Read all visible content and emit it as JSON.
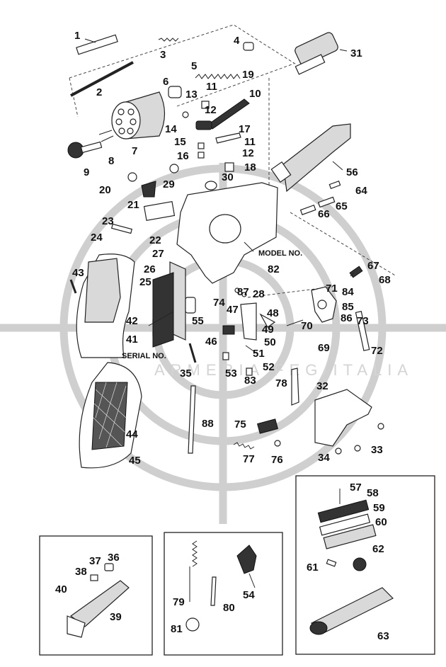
{
  "diagram": {
    "title": "Revolver exploded parts diagram",
    "watermark": "ARMERIA FEG/ITALIA",
    "model_label": "MODEL NO.",
    "serial_label": "SERIAL NO.",
    "parts": [
      "1",
      "2",
      "3",
      "4",
      "5",
      "6",
      "7",
      "8",
      "9",
      "10",
      "11",
      "11",
      "12",
      "12",
      "13",
      "14",
      "15",
      "16",
      "17",
      "18",
      "19",
      "20",
      "21",
      "22",
      "23",
      "24",
      "25",
      "26",
      "27",
      "28",
      "29",
      "30",
      "31",
      "32",
      "33",
      "34",
      "35",
      "36",
      "37",
      "38",
      "39",
      "40",
      "41",
      "42",
      "43",
      "44",
      "45",
      "46",
      "47",
      "48",
      "49",
      "50",
      "51",
      "52",
      "53",
      "54",
      "55",
      "56",
      "57",
      "58",
      "59",
      "60",
      "61",
      "62",
      "63",
      "64",
      "65",
      "66",
      "67",
      "68",
      "69",
      "70",
      "71",
      "72",
      "73",
      "74",
      "75",
      "76",
      "77",
      "78",
      "79",
      "80",
      "81",
      "82",
      "83",
      "84",
      "85",
      "86",
      "87",
      "88"
    ]
  }
}
